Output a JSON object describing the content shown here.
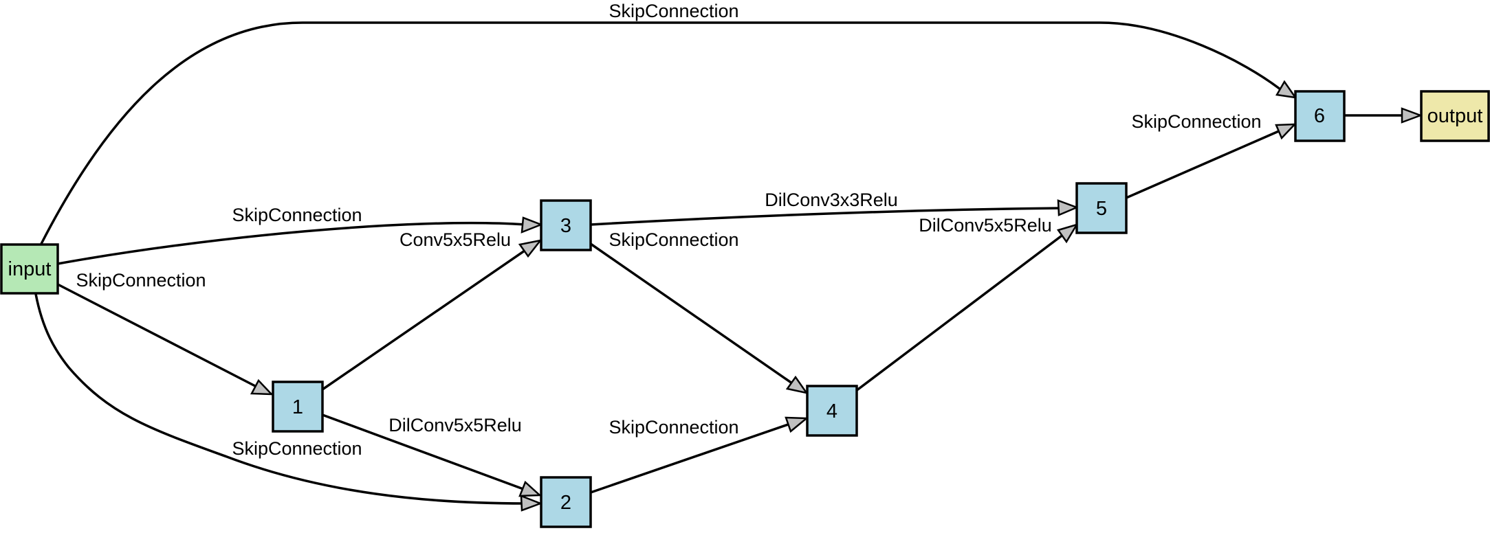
{
  "colors": {
    "input": "#b5e8b5",
    "op": "#add8e6",
    "output": "#eee8aa",
    "arrow_fill": "#c0c0c0"
  },
  "nodes": {
    "input": {
      "label": "input",
      "kind": "input"
    },
    "n1": {
      "label": "1",
      "kind": "op"
    },
    "n2": {
      "label": "2",
      "kind": "op"
    },
    "n3": {
      "label": "3",
      "kind": "op"
    },
    "n4": {
      "label": "4",
      "kind": "op"
    },
    "n5": {
      "label": "5",
      "kind": "op"
    },
    "n6": {
      "label": "6",
      "kind": "op"
    },
    "output": {
      "label": "output",
      "kind": "output"
    }
  },
  "edges": {
    "input_to_6": {
      "from": "input",
      "to": "6",
      "label": "SkipConnection"
    },
    "input_to_3": {
      "from": "input",
      "to": "3",
      "label": "SkipConnection"
    },
    "input_to_1": {
      "from": "input",
      "to": "1",
      "label": "SkipConnection"
    },
    "input_to_2": {
      "from": "input",
      "to": "2",
      "label": "SkipConnection"
    },
    "n1_to_3": {
      "from": "1",
      "to": "3",
      "label": "Conv5x5Relu"
    },
    "n1_to_2": {
      "from": "1",
      "to": "2",
      "label": "DilConv5x5Relu"
    },
    "n3_to_5": {
      "from": "3",
      "to": "5",
      "label": "DilConv3x3Relu"
    },
    "n3_to_4": {
      "from": "3",
      "to": "4",
      "label": "SkipConnection"
    },
    "n2_to_4": {
      "from": "2",
      "to": "4",
      "label": "SkipConnection"
    },
    "n4_to_5": {
      "from": "4",
      "to": "5",
      "label": "DilConv5x5Relu"
    },
    "n5_to_6": {
      "from": "5",
      "to": "6",
      "label": "SkipConnection"
    },
    "n6_to_output": {
      "from": "6",
      "to": "output",
      "label": ""
    }
  }
}
